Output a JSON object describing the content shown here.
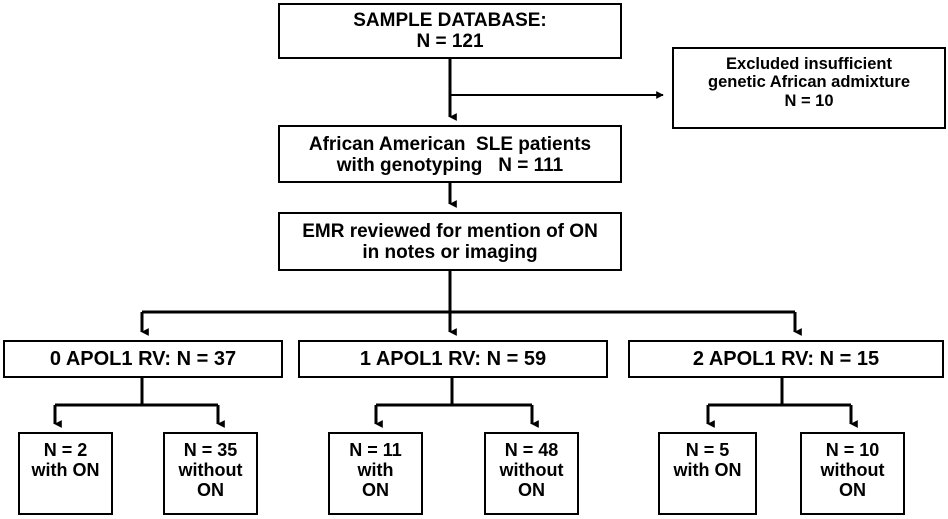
{
  "diagram": {
    "title": "APOL1 risk variant osteonecrosis patient flow diagram",
    "stroke_color": "#000000",
    "background_color": "#ffffff",
    "text_color": "#000000"
  },
  "nodes": {
    "sample_database": {
      "name": "sample-database",
      "lines": [
        "SAMPLE DATABASE:",
        "N = 121"
      ]
    },
    "excluded": {
      "name": "excluded-insufficient-admixture",
      "lines": [
        "Excluded insufficient",
        "genetic African admixture",
        "N = 10"
      ]
    },
    "aa_sle": {
      "name": "african-american-sle-genotyped",
      "lines": [
        "African American  SLE patients",
        "with genotyping   N = 111"
      ]
    },
    "emr_review": {
      "name": "emr-reviewed-for-on",
      "lines": [
        "EMR reviewed for mention of ON",
        "in notes or imaging"
      ]
    },
    "rv0": {
      "name": "apol1-rv-0-group",
      "lines": [
        "0 APOL1 RV: N = 37"
      ]
    },
    "rv1": {
      "name": "apol1-rv-1-group",
      "lines": [
        "1 APOL1 RV: N = 59"
      ]
    },
    "rv2": {
      "name": "apol1-rv-2-group",
      "lines": [
        "2 APOL1 RV: N = 15"
      ]
    },
    "rv0_with": {
      "name": "apol1-rv-0-with-on",
      "lines": [
        "N = 2",
        "with ON"
      ]
    },
    "rv0_without": {
      "name": "apol1-rv-0-without-on",
      "lines": [
        "N = 35",
        "without",
        "ON"
      ]
    },
    "rv1_with": {
      "name": "apol1-rv-1-with-on",
      "lines": [
        "N = 11",
        "with",
        "ON"
      ]
    },
    "rv1_without": {
      "name": "apol1-rv-1-without-on",
      "lines": [
        "N = 48",
        "without",
        "ON"
      ]
    },
    "rv2_with": {
      "name": "apol1-rv-2-with-on",
      "lines": [
        "N = 5",
        "with ON"
      ]
    },
    "rv2_without": {
      "name": "apol1-rv-2-without-on",
      "lines": [
        "N = 10",
        "without",
        "ON"
      ]
    }
  },
  "counts": {
    "total_sample": 121,
    "excluded_insufficient_admixture": 10,
    "genotyped": 111,
    "apol1_rv_0": 37,
    "apol1_rv_1": 59,
    "apol1_rv_2": 15,
    "apol1_rv_0_with_on": 2,
    "apol1_rv_0_without_on": 35,
    "apol1_rv_1_with_on": 11,
    "apol1_rv_1_without_on": 48,
    "apol1_rv_2_with_on": 5,
    "apol1_rv_2_without_on": 10
  },
  "edges": [
    {
      "name": "edge-sample-to-aa-sle",
      "from": "sample_database",
      "to": "aa_sle"
    },
    {
      "name": "edge-sample-to-excluded",
      "from": "sample_database",
      "to": "excluded"
    },
    {
      "name": "edge-aa-sle-to-emr",
      "from": "aa_sle",
      "to": "emr_review"
    },
    {
      "name": "edge-emr-to-rv0",
      "from": "emr_review",
      "to": "rv0"
    },
    {
      "name": "edge-emr-to-rv1",
      "from": "emr_review",
      "to": "rv1"
    },
    {
      "name": "edge-emr-to-rv2",
      "from": "emr_review",
      "to": "rv2"
    },
    {
      "name": "edge-rv0-to-with",
      "from": "rv0",
      "to": "rv0_with"
    },
    {
      "name": "edge-rv0-to-without",
      "from": "rv0",
      "to": "rv0_without"
    },
    {
      "name": "edge-rv1-to-with",
      "from": "rv1",
      "to": "rv1_with"
    },
    {
      "name": "edge-rv1-to-without",
      "from": "rv1",
      "to": "rv1_without"
    },
    {
      "name": "edge-rv2-to-with",
      "from": "rv2",
      "to": "rv2_with"
    },
    {
      "name": "edge-rv2-to-without",
      "from": "rv2",
      "to": "rv2_without"
    }
  ]
}
